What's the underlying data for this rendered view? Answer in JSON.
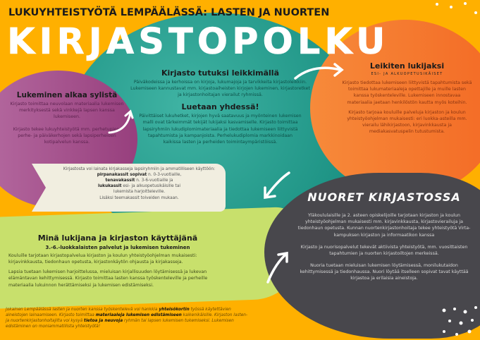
{
  "header": {
    "subtitle": "LUKUYHTEISTYÖTÄ LEMPÄÄLÄSSÄ: LASTEN JA NUORTEN",
    "title": "KIRJASTOPOLKU"
  },
  "colors": {
    "background": "#ffb000",
    "teal": "#1f9e8e",
    "purple": "#a4508a",
    "orange": "#f5792e",
    "dark": "#48474c",
    "green": "#c8e06c",
    "cream": "#f1eee0"
  },
  "teal_section": {
    "heading1": "Kirjasto tutuksi leikkimällä",
    "text1": "Päiväkodeissa ja kerhoissa on kirjoja, lukumajoja ja tarvikkeita kirjastoleikkiin. Lukemiseen kannustavat mm. kirjastoaiheisten kirjojen lukeminen, kirjastoretket ja kirjastonhoitajan vierailut ryhmissä.",
    "heading2": "Luetaan yhdessä!",
    "text2": "Päivittäiset lukuhetket, kirjojen hyvä saatavuus ja myönteinen lukemisen malli ovat tärkeimmät tekijät lukijaksi kasvamiselle. Kirjasto toimittaa lapsiryhmiin lukudiplomimateriaalia ja tiedottaa lukemiseen liittyvistä tapahtumista ja kampanjoista. Perhelukudiplomia markkinoidaan kaikissa lasten ja perheiden toimintaympäristöissä."
  },
  "purple_section": {
    "heading": "Lukeminen alkaa sylistä",
    "text1": "Kirjasto toimittaa neuvolaan materiaalia lukemisen merkityksestä sekä vinkkejä lapsen kanssa lukemiseen.",
    "text2": "Kirjasto tekee lukuyhteistyötä mm. perhetupien, perhe- ja päiväkerhojen sekä lapsiperheiden kotipalvelun kanssa."
  },
  "orange_section": {
    "heading": "Leikiten lukijaksi",
    "subheading": "ESI- JA ALKUOPETUSIKÄISET",
    "text1": "Kirjasto tiedottaa lukemiseen liittyvistä tapahtumista sekä toimittaa lukumateriaaleja opettajille ja muille lasten kanssa työskenteleville. Lukemiseen innostavaa materiaalia jaetaan henkilöstön kautta myös koteihin.",
    "text2": "Kirjasto tarjoaa kouluille palveluja kirjaston ja koulun yhteistyöohjelman mukaisesti: eri luokka-asteilla mm. vierailu lähikirjastoon, kirjavinkkausta ja mediakasvatuspelin tutustumista."
  },
  "banner": {
    "intro": "Kirjastosta voi lainata kirjakasseja lapsiryhmiin ja ammatilliseen käyttöön:",
    "item1_bold": "pirpanakassit sopivat",
    "item1_rest": " n. 0-3-vuotiaille,",
    "item2_bold": "tenavakassit",
    "item2_rest": " n. 3-6-vuotiaille ja",
    "item3_bold": "lukukassit",
    "item3_rest": " esi- ja alkuopetusikäisille tai lukemista harjoitteleville.",
    "outro": "Lisäksi teemakassit toiveiden mukaan."
  },
  "green_section": {
    "heading": "Minä lukijana ja kirjaston käyttäjänä",
    "subheading": "3.-6.-luokkalaisten palvelut ja lukemisen tukeminen",
    "text1": "Kouluille tarjotaan kirjastopalvelua kirjaston ja koulun yhteistyöohjelman mukaisesti: kirjavinkkausta, tiedonhaun opetusta, kirjastonkäytön ohjausta ja kirjakasseja.",
    "text2": "Lapsia tuetaan lukemisen harjoittelussa, mieluisan kirjallisuuden löytämisessä ja lukevan elämäntavan kehittymisessä. Kirjasto toimittaa lasten kanssa työskenteleville ja perheille materiaalia lukuinnon herättämiseksi ja lukemisen edistämiseksi."
  },
  "dark_section": {
    "heading": "NUORET KIRJASTOSSA",
    "text1": "Yläkoululaisille ja 2. asteen opiskelijoille tarjotaan kirjaston ja koulun yhteistyöohjelman mukaisesti mm. kirjavinkkausta, kirjastovierailuja ja tiedonhaun opetusta. Kunnan nuortenkirjastonhoitaja tekee yhteistyötä Virta-kampuksen kirjaston ja informaatikon kanssa",
    "text2": "Kirjasto ja nuorisopalvelut tekevät aktiivista yhteistyötä, mm. vuosittaisten tapahtumien ja nuorten kirjastoiltojen merkeissä.",
    "text3": "Nuoria tuetaan mieluisan lukemisen löytämisessä, monilukutaidon kehittymisessä ja tiedonhaussa. Nuori löytää itselleen sopivat tavat käyttää kirjastoa ja erilaisia aineistoja."
  },
  "footer": {
    "p1": "Jokainen Lempäälässä lasten ja nuorten kanssa työskentelevä voi hankkia ",
    "b1": "yhteisökortin",
    "p2": " työssä käytettävien aineistojen lainaamiseen. Kirjasto toimittaa ",
    "b2": "materiaaleja lukemisen edistämiseen",
    "p3": " kaikenikäisille. Kirjaston lasten- ja nuortenkirjastonhoitajilta voi kysyä ",
    "b3": "tietoa ja neuvoja",
    "p4": " ryhmän tai lapsen lukemisen tukemiseksi. Lukemisen edistäminen on moniammatillista yhteistyötä!"
  }
}
